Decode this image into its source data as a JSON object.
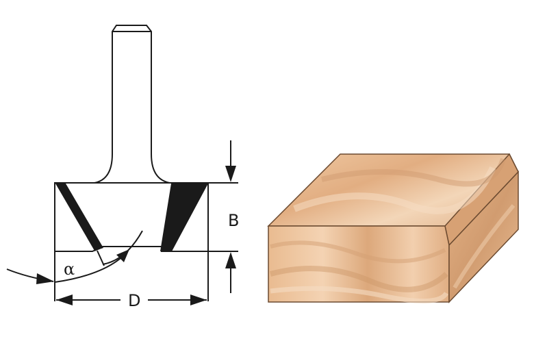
{
  "diagram": {
    "labels": {
      "depth": "B",
      "diameter": "D",
      "angle": "α"
    },
    "colors": {
      "line": "#1a1a1a",
      "cutter_insert": "#1a1a1a",
      "wood_base": "#e7b98f",
      "wood_dark": "#cf9a6e",
      "wood_light": "#f6dcc2",
      "wood_edge": "#6b4a30"
    }
  }
}
